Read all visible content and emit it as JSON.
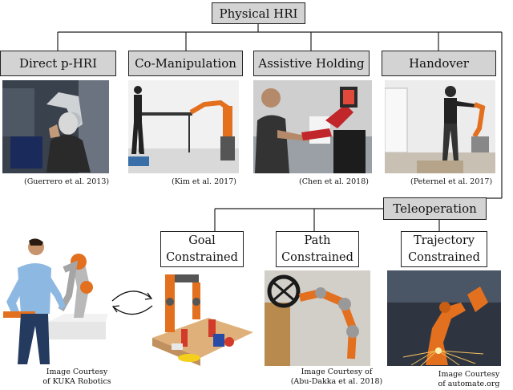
{
  "root": "Physical HRI",
  "categories": [
    "Direct p-HRI",
    "Co-Manipulation",
    "Assistive Holding",
    "Handover"
  ],
  "citations": [
    "(Guerrero et al. 2013)",
    "(Kim et al. 2017)",
    "(Chen et al. 2018)",
    "(Peternel et al. 2017)"
  ],
  "teleoperation": "Teleoperation",
  "tele_children": [
    {
      "line1": "Goal",
      "line2": "Constrained"
    },
    {
      "line1": "Path",
      "line2": "Constrained"
    },
    {
      "line1": "Trajectory",
      "line2": "Constrained"
    }
  ],
  "courtesy": [
    {
      "line1": "Image Courtesy",
      "line2": "of KUKA Robotics"
    },
    {
      "line1": "Image Courtesy of",
      "line2": "(Abu-Dakka et al. 2018)"
    },
    {
      "line1": "Image Courtesy",
      "line2": "of automate.org"
    }
  ],
  "colors": {
    "box_fill": "#d3d3d3",
    "robot_orange": "#e2701e",
    "robot_gray": "#9a9a9a"
  }
}
